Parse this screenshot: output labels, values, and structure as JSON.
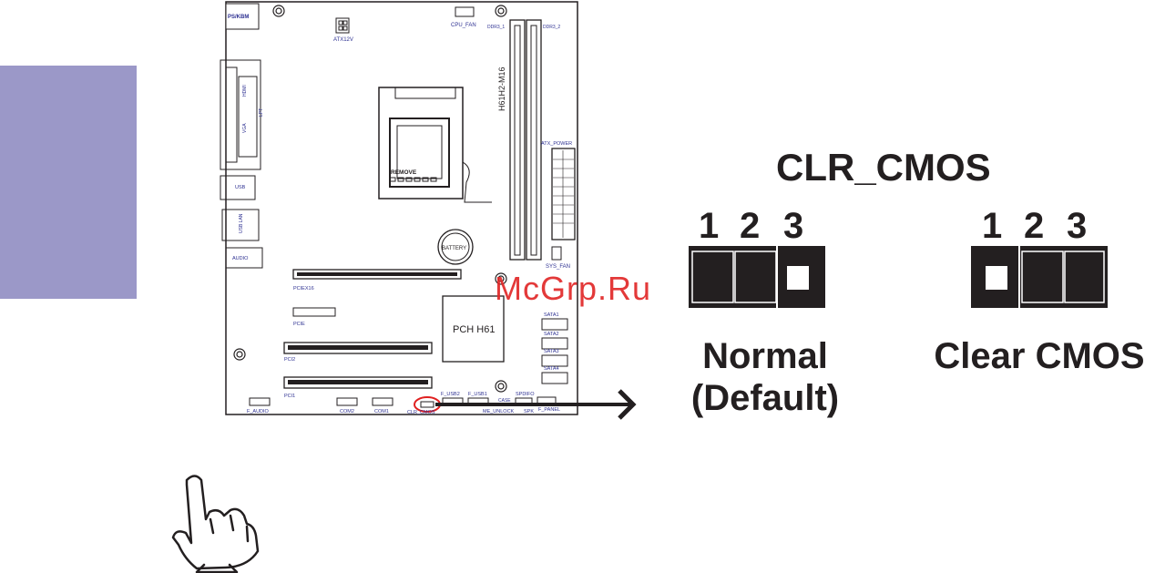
{
  "board": {
    "model": "H61H2-M16",
    "chip": "PCH H61",
    "remove_label": "REMOVE",
    "battery_label": "BATTERY",
    "labels": {
      "ps2": "PS/KBM",
      "atx12v": "ATX12V",
      "cpu_fan": "CPU_FAN",
      "ddr3_1": "DDR3_1",
      "ddr3_2": "DDR3_2",
      "atx_power": "ATX_POWER",
      "sys_fan": "SYS_FAN",
      "hdmi": "HDMI",
      "vga": "VGA",
      "lpt": "LPT",
      "usb": "USB",
      "usb_lan": "USB LAN",
      "audio": "AUDIO",
      "pciex16": "PCIEX16",
      "pcie": "PCIE",
      "pci2": "PCI2",
      "pci1": "PCI1",
      "sata1": "SATA1",
      "sata2": "SATA2",
      "sata3": "SATA3",
      "sata4": "SATA4",
      "f_audio": "F_AUDIO",
      "com2": "COM2",
      "com1": "COM1",
      "clr_cmos": "CLR_CMOS",
      "f_usb2": "F_USB2",
      "f_usb1": "F_USB1",
      "case": "CASE",
      "me_unlock": "ME_UNLOCK",
      "spdifo": "SPDIFO",
      "spk": "SPK",
      "f_panel": "F_PANEL"
    }
  },
  "jumper": {
    "title": "CLR_CMOS",
    "pins": [
      "1",
      "2",
      "3"
    ],
    "normal": {
      "line1": "Normal",
      "line2": "(Default)",
      "shorted_pins": [
        1,
        2
      ]
    },
    "clear": {
      "line1": "Clear CMOS",
      "shorted_pins": [
        2,
        3
      ]
    }
  },
  "watermark": "McGrp.Ru",
  "colors": {
    "side_tab": "#9b98c8",
    "board_label": "#2e3192",
    "highlight": "#e02020",
    "text": "#231f20"
  },
  "icons": [
    "hand-pointing-icon",
    "arrow-right-icon"
  ]
}
